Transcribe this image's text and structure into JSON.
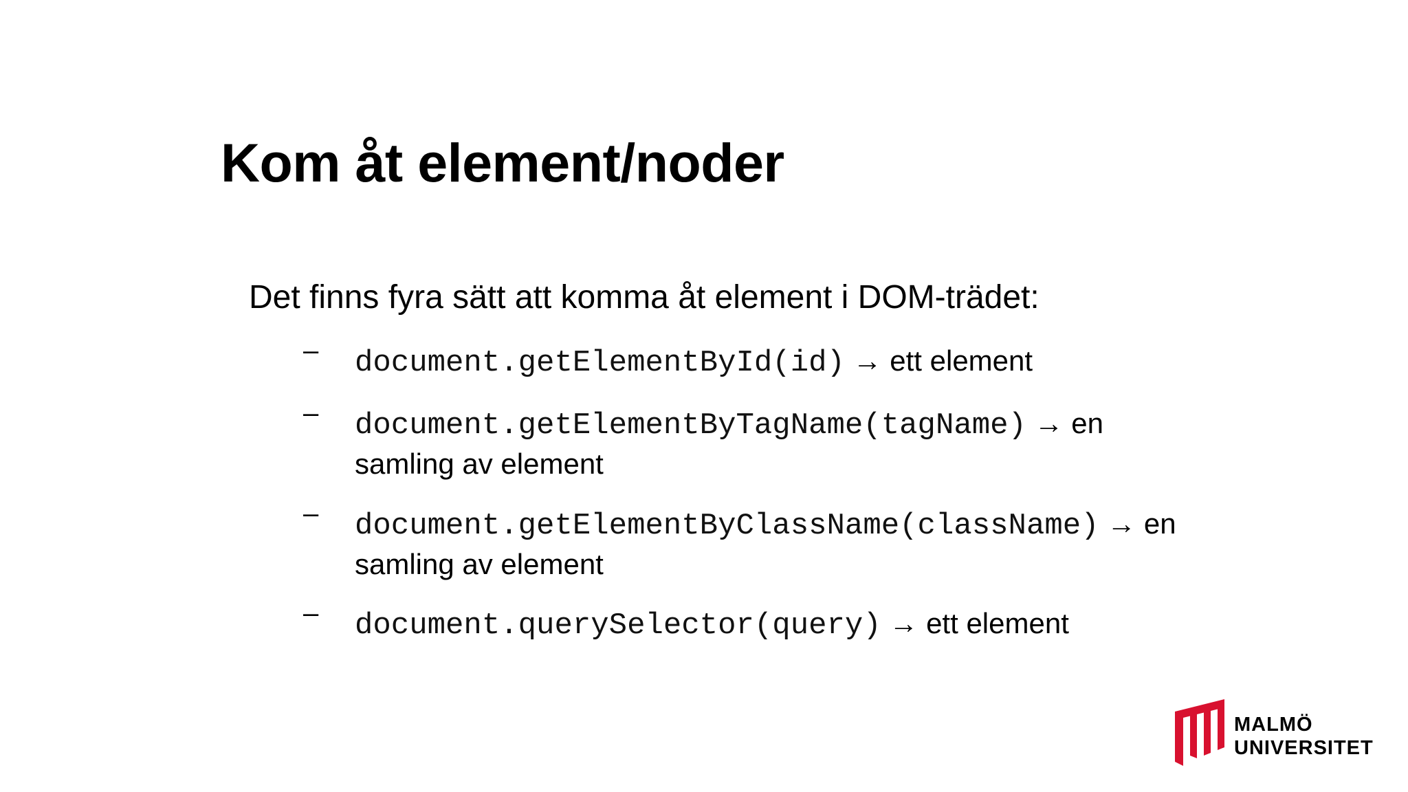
{
  "slide": {
    "title": "Kom åt element/noder",
    "intro": "Det finns fyra sätt att komma åt element i DOM-trädet:",
    "bullet_marker": "–",
    "items": [
      {
        "code": "document.getElementById(id)",
        "text": " → ett element"
      },
      {
        "code": "document.getElementByTagName(tagName)",
        "text": " → en samling av element"
      },
      {
        "code": "document.getElementByClassName(className)",
        "text": " → en samling av element"
      },
      {
        "code": "document.querySelector(query)",
        "text": " → ett element"
      }
    ]
  },
  "logo": {
    "line1": "MALMÖ",
    "line2": "UNIVERSITET",
    "brand_color": "#d8112f"
  }
}
